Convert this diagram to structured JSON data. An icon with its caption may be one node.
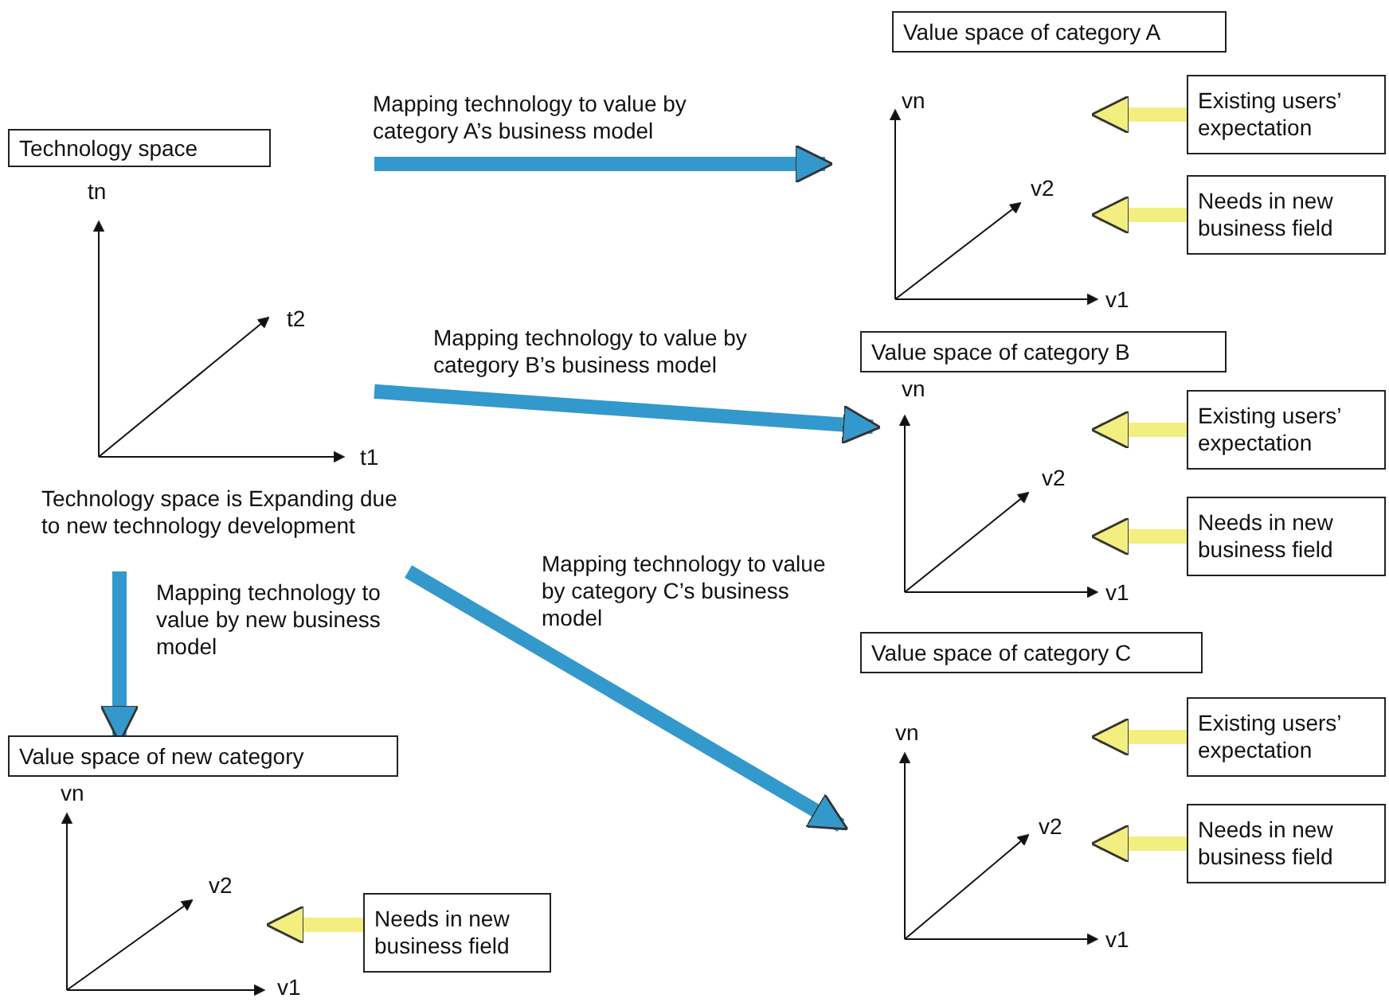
{
  "diagram": {
    "nodes": [
      {
        "text": [
          "Technology space"
        ]
      },
      {
        "text": [],
        "shape": "axes"
      },
      {
        "text": [
          "Value space of category A"
        ]
      },
      {
        "text": [],
        "shape": "axes"
      },
      {
        "text": [
          "Existing users’ expectation"
        ]
      },
      {
        "text": [
          "Needs in new business field"
        ]
      },
      {
        "text": [
          "Value space of category B"
        ]
      },
      {
        "text": [],
        "shape": "axes"
      },
      {
        "text": [
          "Existing users’ expectation"
        ]
      },
      {
        "text": [
          "Needs in new business field"
        ]
      },
      {
        "text": [
          "Value space of category C"
        ]
      },
      {
        "text": [],
        "shape": "axes"
      },
      {
        "text": [
          "Existing users’ expectation"
        ]
      },
      {
        "text": [
          "Needs in new business field"
        ]
      },
      {
        "text": [
          "Technology space is Expanding due to new technology development"
        ]
      },
      {
        "text": [
          "Value space of new category"
        ]
      },
      {
        "text": [],
        "shape": "axes"
      },
      {
        "text": [
          "Needs in new business field"
        ]
      }
    ],
    "edges": [
      {
        "from": 1,
        "to": 3,
        "arrow": "to",
        "label": "Mapping technology to value by category A’s business model",
        "color": "#3399cc"
      },
      {
        "from": 1,
        "to": 7,
        "arrow": "to",
        "label": "Mapping technology to value by category B’s business model",
        "color": "#3399cc"
      },
      {
        "from": 14,
        "to": 11,
        "arrow": "to",
        "label": "Mapping technology to value by category C’s business model",
        "color": "#3399cc"
      },
      {
        "from": 14,
        "to": 15,
        "arrow": "to",
        "label": "Mapping technology to value by new business model",
        "color": "#3399cc"
      },
      {
        "from": 4,
        "to": 3,
        "arrow": "to"
      },
      {
        "from": 5,
        "to": 3,
        "arrow": "to"
      },
      {
        "from": 8,
        "to": 7,
        "arrow": "to"
      },
      {
        "from": 9,
        "to": 7,
        "arrow": "to"
      },
      {
        "from": 12,
        "to": 11,
        "arrow": "to"
      },
      {
        "from": 13,
        "to": 11,
        "arrow": "to"
      },
      {
        "from": 17,
        "to": 16,
        "arrow": "to"
      }
    ],
    "labels": [
      "tn",
      "t2",
      "t1",
      "vn",
      "v2",
      "v1",
      "vn",
      "v2",
      "v1",
      "vn",
      "v2",
      "v1",
      "vn",
      "v2",
      "v1"
    ]
  }
}
